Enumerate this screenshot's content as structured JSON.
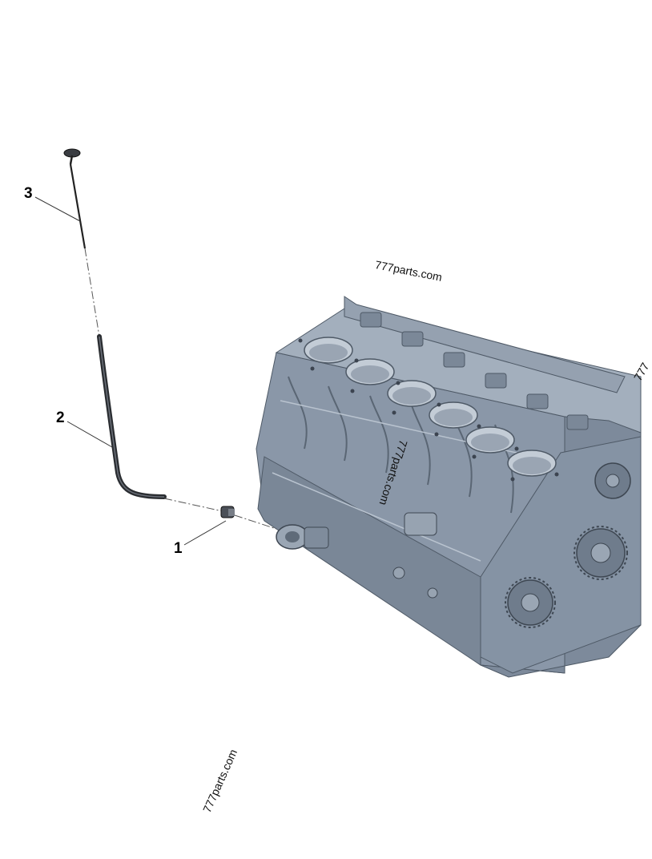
{
  "callouts": [
    {
      "label": "1"
    },
    {
      "label": "2"
    },
    {
      "label": "3"
    }
  ],
  "watermarks": [
    "777parts.com",
    "777parts.com",
    "777parts.com",
    "777"
  ],
  "colors": {
    "engine_body": "#8d9aab",
    "engine_light": "#b4bfcc",
    "engine_dark": "#5c6876",
    "bore": "#a9b3c0",
    "dipstick": "#2c2f33",
    "leader": "#333333"
  }
}
